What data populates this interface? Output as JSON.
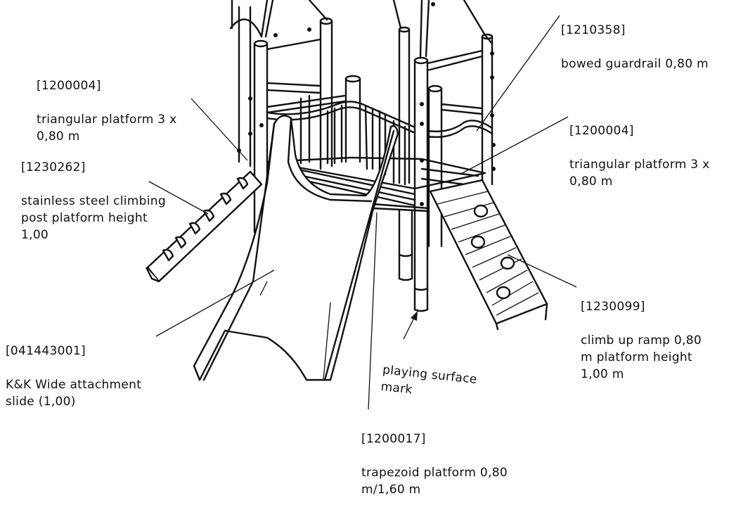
{
  "labels": {
    "triangular_platform_left": {
      "code": "[1200004]",
      "name": "triangular platform 3 x\n0,80 m"
    },
    "climbing_post": {
      "code": "[1230262]",
      "name": "stainless steel climbing\npost platform height\n1,00"
    },
    "bowed_guardrail": {
      "code": "[1210358]",
      "name": "bowed guardrail 0,80 m"
    },
    "triangular_platform_right": {
      "code": "[1200004]",
      "name": "triangular platform 3 x\n0,80 m"
    },
    "climb_up_ramp": {
      "code": "[1230099]",
      "name": "climb up ramp 0,80\nm platform height\n1,00 m"
    },
    "slide": {
      "code": "[041443001]",
      "name": "K&K Wide attachment\nslide (1,00)"
    },
    "trapezoid_platform": {
      "code": "[1200017]",
      "name": "trapezoid platform 0,80\nm/1,60 m"
    },
    "playing_surface": {
      "text": "playing surface\nmark"
    }
  },
  "colors": {
    "line": "#111111",
    "background": "#ffffff"
  }
}
